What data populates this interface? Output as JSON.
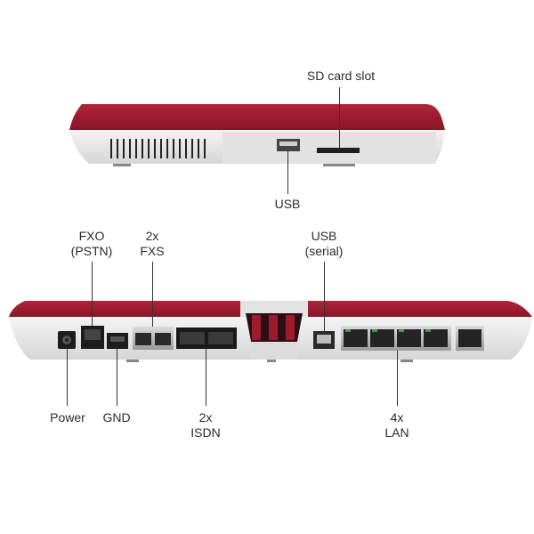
{
  "labels": {
    "sd_card_slot": [
      "SD card slot"
    ],
    "usb_top": [
      "USB"
    ],
    "fxo": [
      "FXO",
      "(PSTN)"
    ],
    "fxs": [
      "2x",
      "FXS"
    ],
    "usb_serial": [
      "USB",
      "(serial)"
    ],
    "power": [
      "Power"
    ],
    "gnd": [
      "GND"
    ],
    "isdn": [
      "2x",
      "ISDN"
    ],
    "lan": [
      "4x",
      "LAN"
    ]
  },
  "colors": {
    "housing_red": "#9b1a2b",
    "housing_red_dark": "#6e0f1d",
    "housing_white": "#ececec",
    "housing_white_shadow": "#cfcfcf",
    "port_dark": "#2a2a2a",
    "port_metal": "#b9b9b9",
    "lan_led": "#3a9a4a"
  }
}
